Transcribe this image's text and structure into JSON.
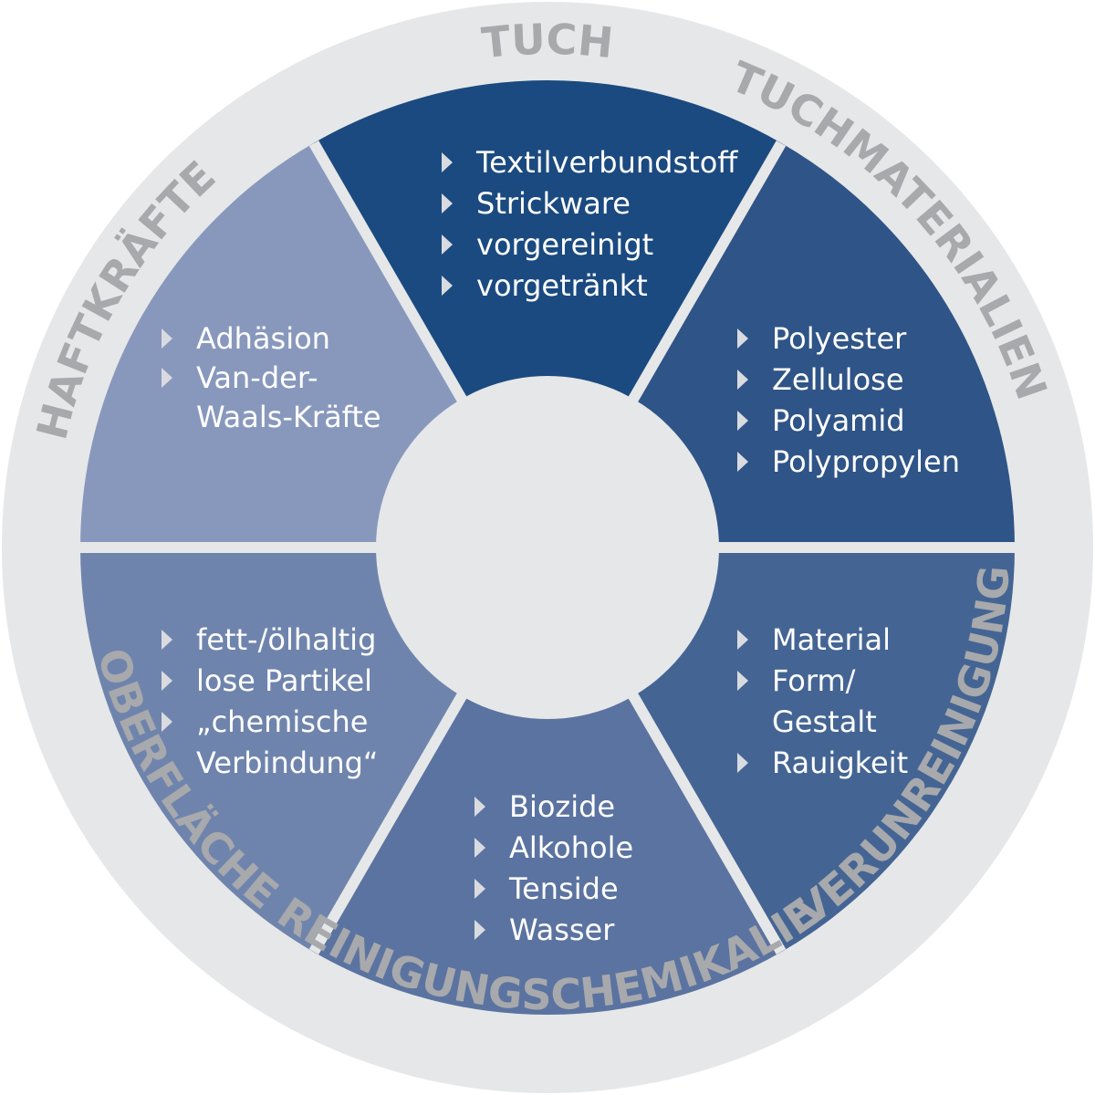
{
  "colors": {
    "ring": "#e6e7e8",
    "ring_text": "#a7a9ac",
    "divider": "#e6e7e8",
    "center": "#e6e7e8",
    "item_text": "#ffffff",
    "bullet": "#d9dbe0"
  },
  "segments": [
    {
      "id": "tuch",
      "ring_label": "TUCH",
      "color": "#1b4a80",
      "items": [
        {
          "bullet": true,
          "text": "Textilverbundstoff"
        },
        {
          "bullet": true,
          "text": "Strickware"
        },
        {
          "bullet": true,
          "text": "vorgereinigt"
        },
        {
          "bullet": true,
          "text": "vorgetränkt"
        }
      ]
    },
    {
      "id": "tuchmaterialien",
      "ring_label": "TUCHMATERIALIEN",
      "color": "#2f5487",
      "items": [
        {
          "bullet": true,
          "text": "Polyester"
        },
        {
          "bullet": true,
          "text": "Zellulose"
        },
        {
          "bullet": true,
          "text": "Polyamid"
        },
        {
          "bullet": true,
          "text": "Polypropylen"
        }
      ]
    },
    {
      "id": "oberflaeche",
      "ring_label": "OBERFLÄCHE",
      "color": "#446594",
      "items": [
        {
          "bullet": true,
          "text": "Material"
        },
        {
          "bullet": true,
          "text": "Form/"
        },
        {
          "bullet": false,
          "text": "Gestalt"
        },
        {
          "bullet": true,
          "text": "Rauigkeit"
        }
      ]
    },
    {
      "id": "reinigungschemikalie",
      "ring_label": "REINIGUNGSCHEMIKALIE",
      "color": "#5b73a0",
      "items": [
        {
          "bullet": true,
          "text": "Biozide"
        },
        {
          "bullet": true,
          "text": "Alkohole"
        },
        {
          "bullet": true,
          "text": "Tenside"
        },
        {
          "bullet": true,
          "text": "Wasser"
        }
      ]
    },
    {
      "id": "verunreinigung",
      "ring_label": "VERUNREINIGUNG",
      "color": "#6f84ad",
      "items": [
        {
          "bullet": true,
          "text": "fett-/ölhaltig"
        },
        {
          "bullet": true,
          "text": "lose Partikel"
        },
        {
          "bullet": true,
          "text": "„chemische"
        },
        {
          "bullet": false,
          "text": "Verbindung“"
        }
      ]
    },
    {
      "id": "haftkraefte",
      "ring_label": "HAFTKRÄFTE",
      "color": "#8898bd",
      "items": [
        {
          "bullet": true,
          "text": "Adhäsion"
        },
        {
          "bullet": true,
          "text": "Van-der-"
        },
        {
          "bullet": false,
          "text": "Waals-Kräfte"
        }
      ]
    }
  ]
}
